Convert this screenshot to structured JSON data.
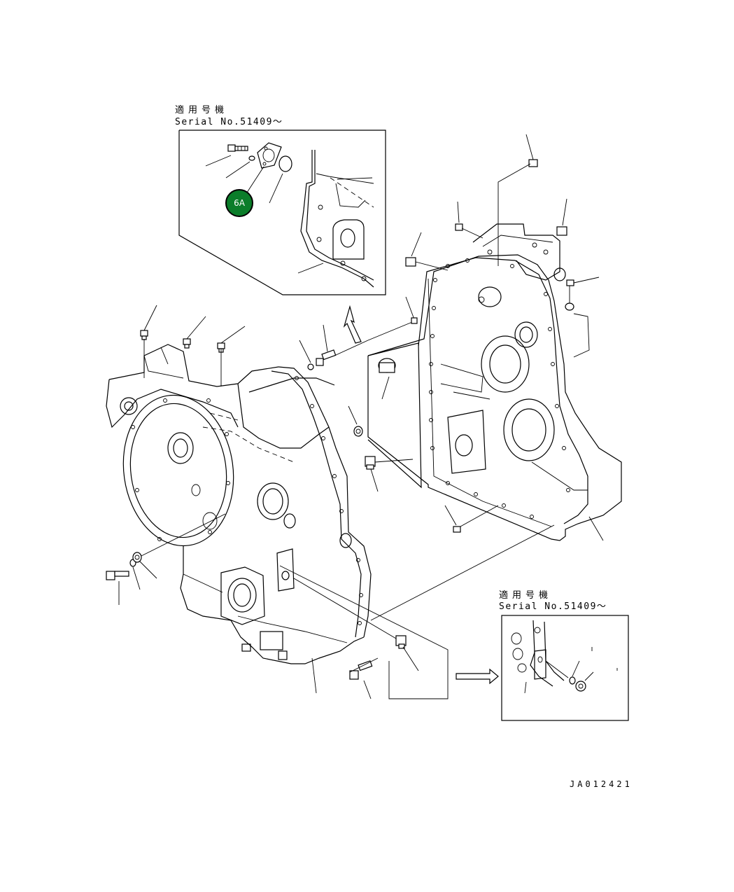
{
  "inset_top": {
    "applicable_label": "適用号機",
    "serial_label": "Serial No.51409～",
    "callout_badge": "6A"
  },
  "inset_bottom": {
    "applicable_label": "適用号機",
    "serial_label": "Serial No.51409～"
  },
  "drawing_number": "JA012421",
  "colors": {
    "badge_fill": "#0b7d2a",
    "line": "#000000",
    "background": "#ffffff"
  }
}
